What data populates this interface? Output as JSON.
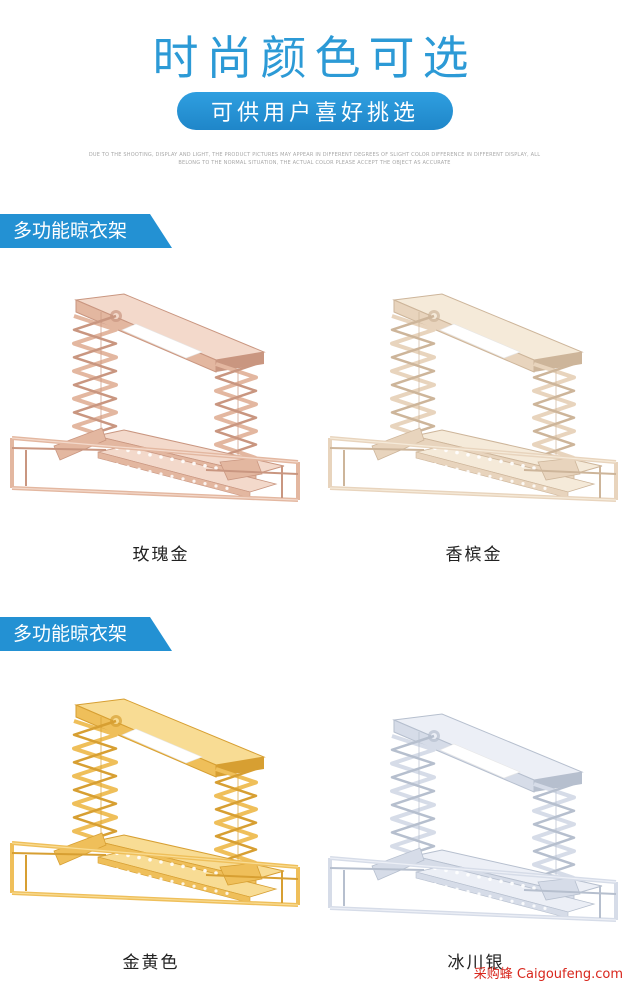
{
  "header": {
    "title": "时尚颜色可选",
    "subtitle": "可供用户喜好挑选",
    "disclaimer_line1": "DUE TO THE SHOOTING, DISPLAY AND LIGHT, THE PRODUCT PICTURES MAY APPEAR IN DIFFERENT DEGREES OF SLIGHT COLOR DIFFERENCE IN DIFFERENT DISPLAY, ALL",
    "disclaimer_line2": "BELONG TO THE NORMAL SITUATION, THE ACTUAL COLOR PLEASE ACCEPT THE OBJECT AS ACCURATE"
  },
  "sections": [
    {
      "banner": "多功能晾衣架"
    },
    {
      "banner": "多功能晾衣架"
    }
  ],
  "products": [
    {
      "name": "玫瑰金",
      "color": "#e3b7a0",
      "shade": "#c99680",
      "light": "#f3d9cb"
    },
    {
      "name": "香槟金",
      "color": "#e8d4bd",
      "shade": "#cdb59a",
      "light": "#f5ead9"
    },
    {
      "name": "金黄色",
      "color": "#efbf5a",
      "shade": "#d79f32",
      "light": "#f8dc94"
    },
    {
      "name": "冰川银",
      "color": "#d6dce8",
      "shade": "#b6bfce",
      "light": "#eceff6"
    }
  ],
  "watermark": "采购蜂 Caigoufeng.com"
}
